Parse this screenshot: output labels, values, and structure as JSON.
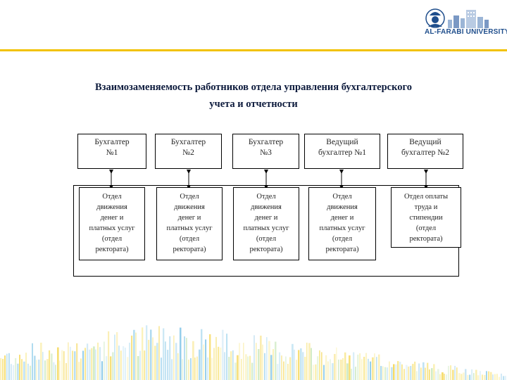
{
  "logo": {
    "text": "AL-FARABI UNIVERSITY",
    "icon": "university-logo-icon"
  },
  "title_lines": [
    "Взаимозаменяемость работников отдела управления бухгалтерского",
    "учета и отчетности"
  ],
  "top_boxes": [
    {
      "line1": "Бухгалтер",
      "line2": "№1"
    },
    {
      "line1": "Бухгалтер",
      "line2": "№2"
    },
    {
      "line1": "Бухгалтер",
      "line2": "№3"
    },
    {
      "line1": "Ведущий",
      "line2": "бухгалтер №1"
    },
    {
      "line1": "Ведущий",
      "line2": "бухгалтер №2"
    }
  ],
  "bottom_boxes": [
    {
      "lines": [
        "Отдел",
        "движения",
        "денег и",
        "платных услуг",
        "(отдел",
        "ректората)"
      ]
    },
    {
      "lines": [
        "Отдел",
        "движения",
        "денег и",
        "платных услуг",
        "(отдел",
        "ректората)"
      ]
    },
    {
      "lines": [
        "Отдел",
        "движения",
        "денег и",
        "платных услуг",
        "(отдел",
        "ректората)"
      ]
    },
    {
      "lines": [
        "Отдел",
        "движения",
        "денег и",
        "платных услуг",
        "(отдел",
        "ректората)"
      ]
    },
    {
      "lines": [
        "Отдел оплаты",
        "труда и",
        "стипендии",
        "(отдел",
        "ректората)"
      ]
    }
  ],
  "colors": {
    "accent_line": "#f2c200",
    "title": "#0c1a3c",
    "logo": "#1f4e8c"
  }
}
